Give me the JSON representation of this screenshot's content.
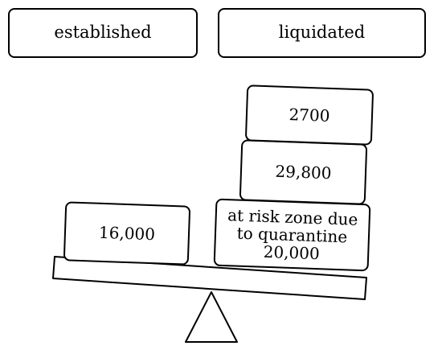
{
  "labels": {
    "left": "established",
    "right": "liquidated"
  },
  "scale": {
    "left_weights": [
      "16,000"
    ],
    "right_weights": [
      "at risk zone due to quarantine 20,000",
      "29,800",
      "2700"
    ]
  }
}
